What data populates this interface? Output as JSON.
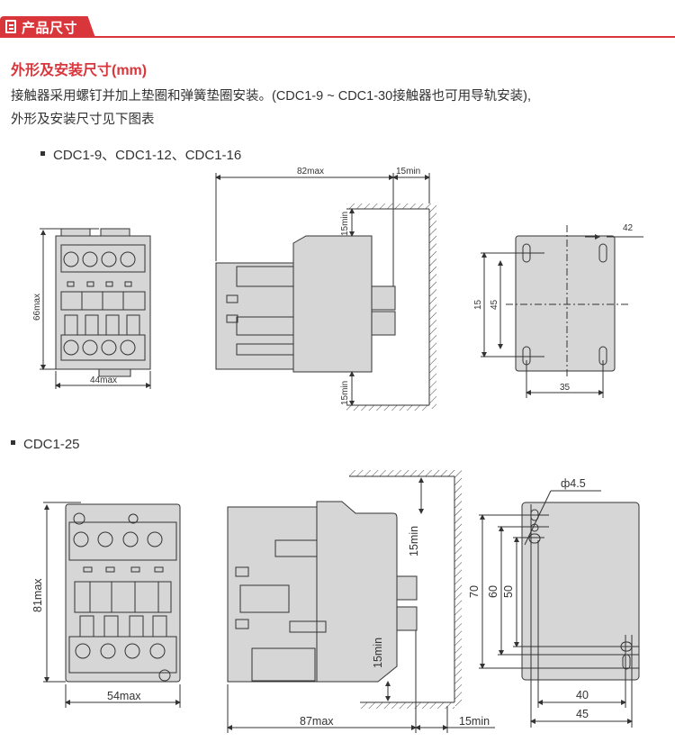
{
  "header": {
    "title": "产品尺寸",
    "icon": "document-icon"
  },
  "section_title": "外形及安装尺寸(mm)",
  "description": [
    "接触器采用螺钉并加上垫圈和弹簧垫圈安装。(CDC1-9 ~ CDC1-30接触器也可用导轨安装),",
    "外形及安装尺寸见下图表"
  ],
  "models": [
    {
      "name": "CDC1-9、CDC1-12、CDC1-16",
      "dims": {
        "height": "66max",
        "width": "44max",
        "depth": "82max",
        "clear_side": "15min",
        "clear_top": "15min",
        "clear_bottom": "15min",
        "mount_h1": "15",
        "mount_h2": "45",
        "mount_w": "35",
        "mount_offset": "42"
      }
    },
    {
      "name": "CDC1-25",
      "dims": {
        "height": "81max",
        "width": "54max",
        "depth": "87max",
        "clear_side": "15min",
        "clear_top": "15min",
        "clear_bottom": "15min",
        "hole": "ф4.5",
        "mount_h1": "70",
        "mount_h2": "60",
        "mount_h3": "50",
        "mount_w1": "40",
        "mount_w2": "45"
      }
    }
  ],
  "colors": {
    "accent": "#d9363b",
    "body": "#d6d6d6",
    "line": "#333333"
  }
}
